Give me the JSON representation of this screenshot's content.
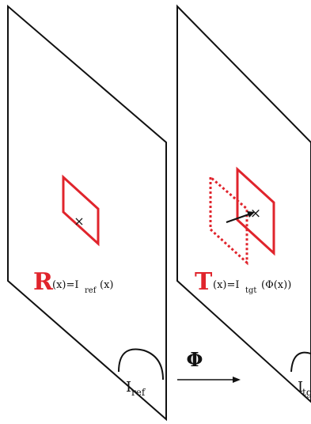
{
  "colors": {
    "accent_red": "#e0242c",
    "line": "#111111",
    "background": "#ffffff"
  },
  "left_panel": {
    "image_letter": "I",
    "image_subscript": "ref",
    "equation_lead": "R",
    "equation_rest_1": "(x)=I",
    "equation_sub": "ref",
    "equation_rest_2": "(x)"
  },
  "right_panel": {
    "image_letter": "I",
    "image_subscript": "tgt",
    "equation_lead": "T",
    "equation_rest_1": "(x)=I",
    "equation_sub": "tgt",
    "equation_rest_2": "(Φ(x))"
  },
  "transform": {
    "symbol": "Φ"
  }
}
